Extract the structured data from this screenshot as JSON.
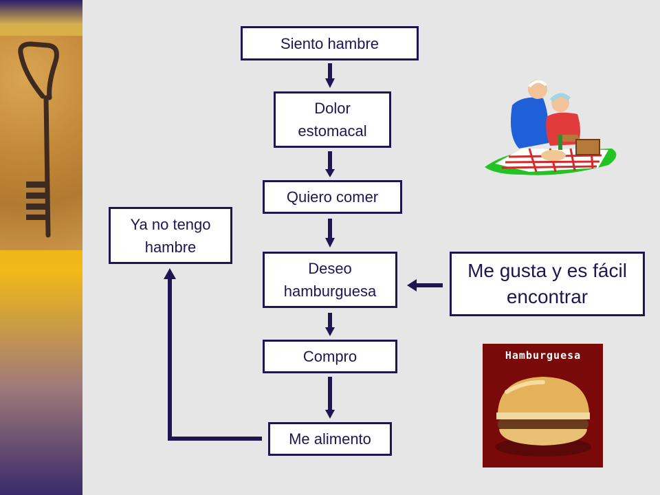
{
  "diagram": {
    "nodes": {
      "siento_hambre": "Siento hambre",
      "dolor_estomacal": "Dolor estomacal",
      "quiero_comer": "Quiero comer",
      "deseo_hamburguesa": "Deseo hamburguesa",
      "compro": "Compro",
      "me_alimento": "Me alimento",
      "ya_no_tengo_hambre": "Ya no tengo hambre",
      "me_gusta": "Me gusta y es fácil encontrar"
    },
    "edges": [
      [
        "Siento hambre",
        "Dolor estomacal"
      ],
      [
        "Dolor estomacal",
        "Quiero comer"
      ],
      [
        "Quiero comer",
        "Deseo hamburguesa"
      ],
      [
        "Deseo hamburguesa",
        "Compro"
      ],
      [
        "Compro",
        "Me alimento"
      ],
      [
        "Me alimento",
        "Ya no tengo hambre"
      ],
      [
        "Me gusta y es fácil encontrar",
        "Deseo hamburguesa"
      ]
    ]
  },
  "images": {
    "burger_label": "Hamburguesa"
  },
  "colors": {
    "box_border": "#1e1553",
    "arrow": "#1e1553",
    "background": "#e6e6e6",
    "burger_background": "#7a0a0a"
  },
  "icons": [
    "key-photo",
    "picnic-couple-clipart",
    "hamburger-photo"
  ]
}
